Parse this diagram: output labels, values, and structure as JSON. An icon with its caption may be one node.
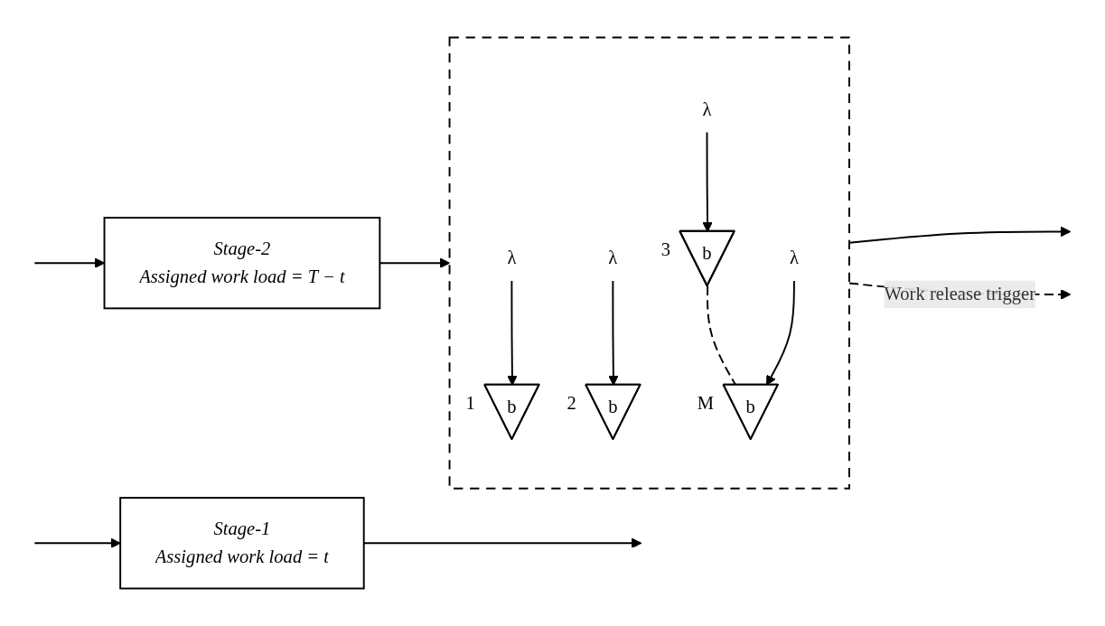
{
  "diagram": {
    "nodes": [
      {
        "text": [
          "Stage-1",
          "Assigned work load = t"
        ]
      },
      {
        "text": [
          "Stage-2",
          "Assigned work load = T − t"
        ]
      },
      {
        "text": [],
        "shape": "box"
      },
      {
        "text": [
          "λ"
        ],
        "in": 2
      },
      {
        "text": [
          "b"
        ],
        "in": 2,
        "beside": [
          "1"
        ]
      },
      {
        "text": [
          "λ"
        ],
        "in": 2
      },
      {
        "text": [
          "b"
        ],
        "in": 2,
        "beside": [
          "2"
        ]
      },
      {
        "text": [
          "λ"
        ],
        "in": 2
      },
      {
        "text": [
          "b"
        ],
        "in": 2,
        "beside": [
          "3"
        ]
      },
      {
        "text": [
          "λ"
        ],
        "in": 2
      },
      {
        "text": [
          "b"
        ],
        "in": 2,
        "beside": [
          "M"
        ]
      }
    ],
    "edges": [
      {
        "from": null,
        "to": 0,
        "arrow": "to"
      },
      {
        "from": 0,
        "to": null,
        "arrow": "to"
      },
      {
        "from": null,
        "to": 1,
        "arrow": "to"
      },
      {
        "from": 1,
        "to": 2,
        "arrow": "to"
      },
      {
        "from": 2,
        "to": null,
        "arrow": "to"
      },
      {
        "from": 3,
        "to": 4,
        "arrow": "to"
      },
      {
        "from": 5,
        "to": 6,
        "arrow": "to"
      },
      {
        "from": 7,
        "to": 8,
        "arrow": "to"
      },
      {
        "from": 8,
        "to": 10,
        "arrow": "none",
        "style": "dashed"
      },
      {
        "from": 9,
        "to": 10,
        "arrow": "to"
      },
      {
        "from": 2,
        "to": null,
        "arrow": "to",
        "style": "dashed",
        "label": "Work release trigger"
      }
    ]
  }
}
